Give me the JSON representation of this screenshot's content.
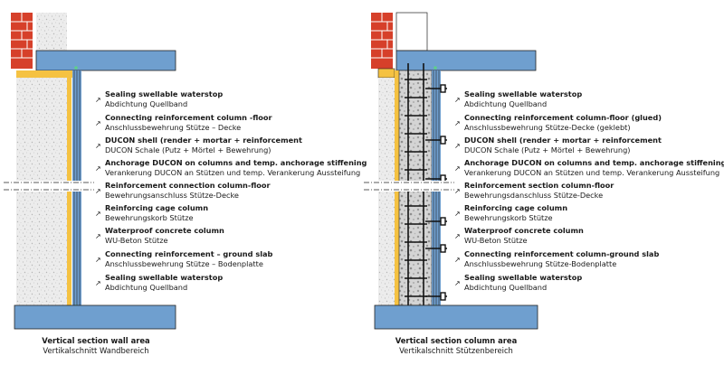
{
  "left_panel": {
    "caption": {
      "en": "Vertical section wall area",
      "de": "Vertikalschnitt Wandbereich"
    },
    "labels": [
      {
        "en": "Sealing swellable waterstop",
        "de": "Abdichtung Quellband"
      },
      {
        "en": "Connecting reinforcement column -floor",
        "de": "Anschlussbewehrung Stütze – Decke"
      },
      {
        "en": "DUCON shell (render + mortar + reinforcement",
        "de": "DUCON Schale (Putz + Mörtel + Bewehrung)"
      },
      {
        "en": "Anchorage DUCON on columns and temp. anchorage stiffening",
        "de": "Verankerung DUCON an Stützen und temp. Verankerung Aussteifung"
      },
      {
        "en": "Reinforcement connection column-floor",
        "de": "Bewehrungsanschluss Stütze-Decke"
      },
      {
        "en": "Reinforcing cage column",
        "de": "Bewehrungskorb Stütze"
      },
      {
        "en": "Waterproof concrete column",
        "de": "WU-Beton Stütze"
      },
      {
        "en": "Connecting reinforcement – ground slab",
        "de": "Anschlussbewehrung Stütze – Bodenplatte"
      },
      {
        "en": "Sealing swellable waterstop",
        "de": "Abdichtung Quellband"
      }
    ]
  },
  "right_panel": {
    "caption": {
      "en": "Vertical section column area",
      "de": "Vertikalschnitt Stützenbereich"
    },
    "labels": [
      {
        "en": "Sealing swellable waterstop",
        "de": "Abdichtung Quellband"
      },
      {
        "en": "Connecting reinforcement column-floor (glued)",
        "de": "Anschlussbewehrung Stütze-Decke (geklebt)"
      },
      {
        "en": "DUCON shell (render + mortar + reinforcement",
        "de": "DUCON Schale (Putz + Mörtel + Bewehrung)"
      },
      {
        "en": "Anchorage DUCON on columns and temp. anchorage stiffening",
        "de": "Verankerung DUCON an Stützen und temp. Verankerung Aussteifung"
      },
      {
        "en": "Reinforcement section column-floor",
        "de": "Bewehrungsdanschluss Stütze-Decke"
      },
      {
        "en": "Reinforcing cage column",
        "de": "Bewehrungskorb Stütze"
      },
      {
        "en": "Waterproof concrete column",
        "de": "WU-Beton Stütze"
      },
      {
        "en": "Connecting reinforcement column-ground slab",
        "de": "Anschlussbewehrung Stütze-Bodenplatte"
      },
      {
        "en": "Sealing swellable waterstop",
        "de": "Abdichtung Quellband"
      }
    ]
  },
  "colors": {
    "slab_blue": "#6f9fcf",
    "brick_red": "#d6402a",
    "insulation_yellow": "#f5c242",
    "concrete_gray": "#e6e6e6",
    "dark_line": "#222222"
  },
  "arrow_glyph": "↗"
}
